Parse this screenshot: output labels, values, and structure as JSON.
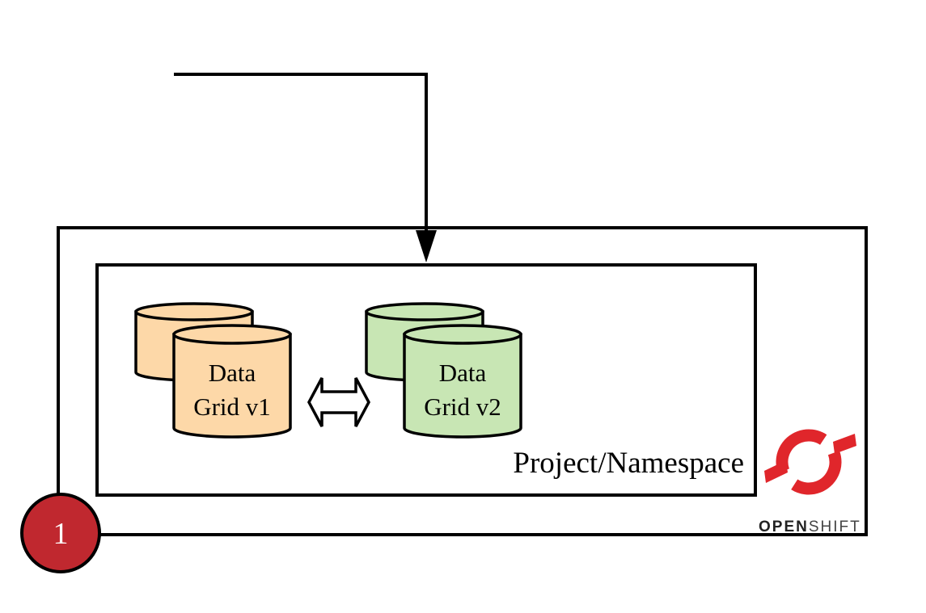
{
  "diagram": {
    "namespace_label": "Project/Namespace",
    "grids": [
      {
        "line1": "Data",
        "line2": "Grid v1",
        "fill": "#fdd8a8"
      },
      {
        "line1": "Data",
        "line2": "Grid v2",
        "fill": "#c8e6b4"
      }
    ],
    "badge": {
      "number": "1",
      "color": "#c0282f"
    },
    "logo": {
      "open": "OPEN",
      "shift": "SHIFT",
      "color": "#e0262b"
    },
    "colors": {
      "stroke": "#000000"
    }
  }
}
